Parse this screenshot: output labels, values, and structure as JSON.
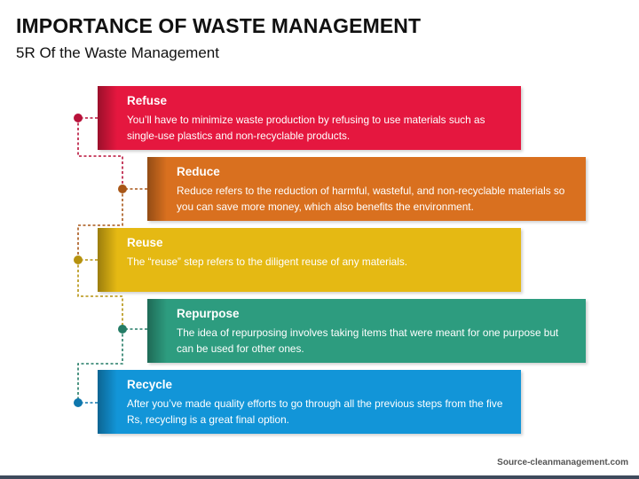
{
  "header": {
    "title": "IMPORTANCE OF WASTE MANAGEMENT",
    "subtitle": "5R Of the Waste Management"
  },
  "steps": [
    {
      "title": "Refuse",
      "text": "You’ll have to minimize waste production by refusing to use materials such as single-use plastics and non-recyclable products.",
      "color": "#e5173f"
    },
    {
      "title": "Reduce",
      "text": "Reduce refers to the reduction of harmful, wasteful, and non-recyclable materials so you can save more money, which also benefits the environment.",
      "color": "#d9701f"
    },
    {
      "title": "Reuse",
      "text": "The “reuse” step refers to the diligent reuse of any materials.",
      "color": "#e5b913"
    },
    {
      "title": "Repurpose",
      "text": "The idea of repurposing involves taking items that were meant for one purpose but can be used for other ones.",
      "color": "#2d9c7f"
    },
    {
      "title": "Recycle",
      "text": "After you’ve made quality efforts to go through all the previous steps from the five Rs, recycling is a great final option.",
      "color": "#1295d8"
    }
  ],
  "connector_colors": {
    "refuse": "#b8123a",
    "reduce": "#a85718",
    "reuse": "#b6920f",
    "repurpose": "#247c66",
    "recycle": "#0e77ad"
  },
  "footer": {
    "source": "Source-cleanmanagement.com"
  }
}
